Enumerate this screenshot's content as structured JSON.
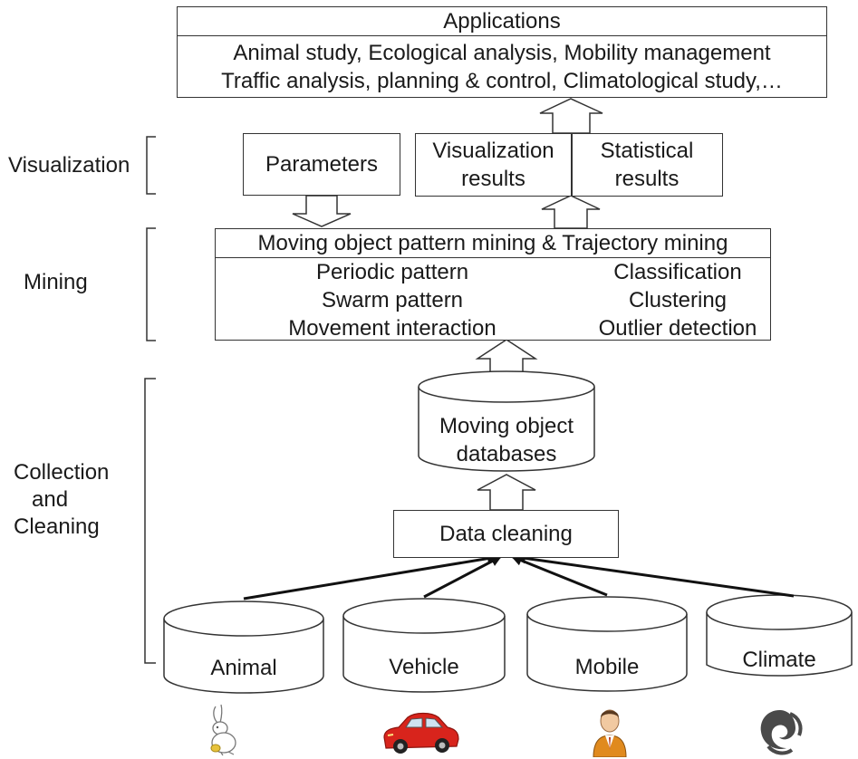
{
  "stage_labels": {
    "visualization": "Visualization",
    "mining": "Mining",
    "collection_lines": [
      "Collection",
      "and",
      "Cleaning"
    ]
  },
  "applications": {
    "title": "Applications",
    "line1": "Animal study, Ecological analysis, Mobility management",
    "line2": "Traffic analysis, planning & control, Climatological study,…"
  },
  "visualization": {
    "parameters": "Parameters",
    "vis_results": [
      "Visualization",
      "results"
    ],
    "stat_results": [
      "Statistical",
      "results"
    ]
  },
  "mining": {
    "title": "Moving object pattern mining & Trajectory mining",
    "left_items": [
      "Periodic pattern",
      "Swarm pattern",
      "Movement interaction"
    ],
    "right_items": [
      "Classification",
      "Clustering",
      "Outlier detection"
    ]
  },
  "database": [
    "Moving object",
    "databases"
  ],
  "data_cleaning": "Data cleaning",
  "sources": [
    {
      "label": "Animal",
      "icon": "rabbit-icon"
    },
    {
      "label": "Vehicle",
      "icon": "car-icon"
    },
    {
      "label": "Mobile",
      "icon": "person-icon"
    },
    {
      "label": "Climate",
      "icon": "storm-icon"
    }
  ],
  "colors": {
    "stroke": "#333333",
    "car_red": "#d8241c",
    "person_orange": "#e08a1e",
    "storm_gray": "#4a4a4a"
  }
}
